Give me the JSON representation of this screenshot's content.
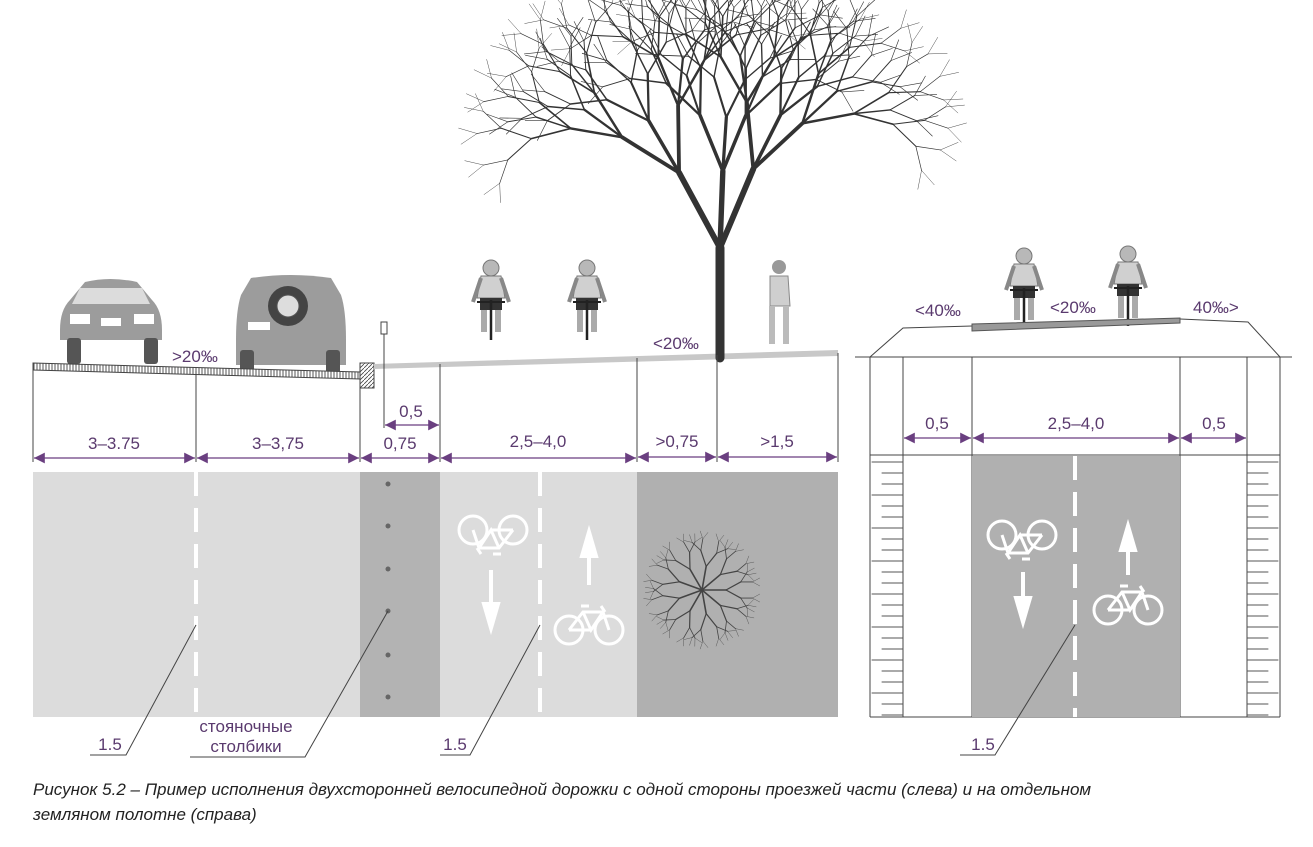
{
  "colors": {
    "dimension": "#6a3f80",
    "lane_light": "#dcdcdc",
    "lane_dark": "#b3b3b3",
    "figure": "#9a9a9a"
  },
  "left_section": {
    "slope_road": ">20‰",
    "slope_path": "<20‰",
    "dimensions": [
      "3–3.75",
      "3–3,75",
      "0,75",
      "2,5–4,0",
      ">0,75",
      ">1,5"
    ],
    "post_offset": "0,5",
    "leaders": {
      "line_width_1": "1.5",
      "posts_line1": "стояночные",
      "posts_line2": "столбики",
      "line_width_2": "1.5"
    }
  },
  "right_section": {
    "slope_left": "<40‰",
    "slope_center": "<20‰",
    "slope_right": "40‰>",
    "dimensions": [
      "0,5",
      "2,5–4,0",
      "0,5"
    ],
    "leader": "1.5"
  },
  "caption": {
    "line1": "Рисунок 5.2 – Пример исполнения двухсторонней велосипедной дорожки с одной стороны проезжей части (слева) и на отдельном",
    "line2": "земляном полотне (справа)"
  }
}
